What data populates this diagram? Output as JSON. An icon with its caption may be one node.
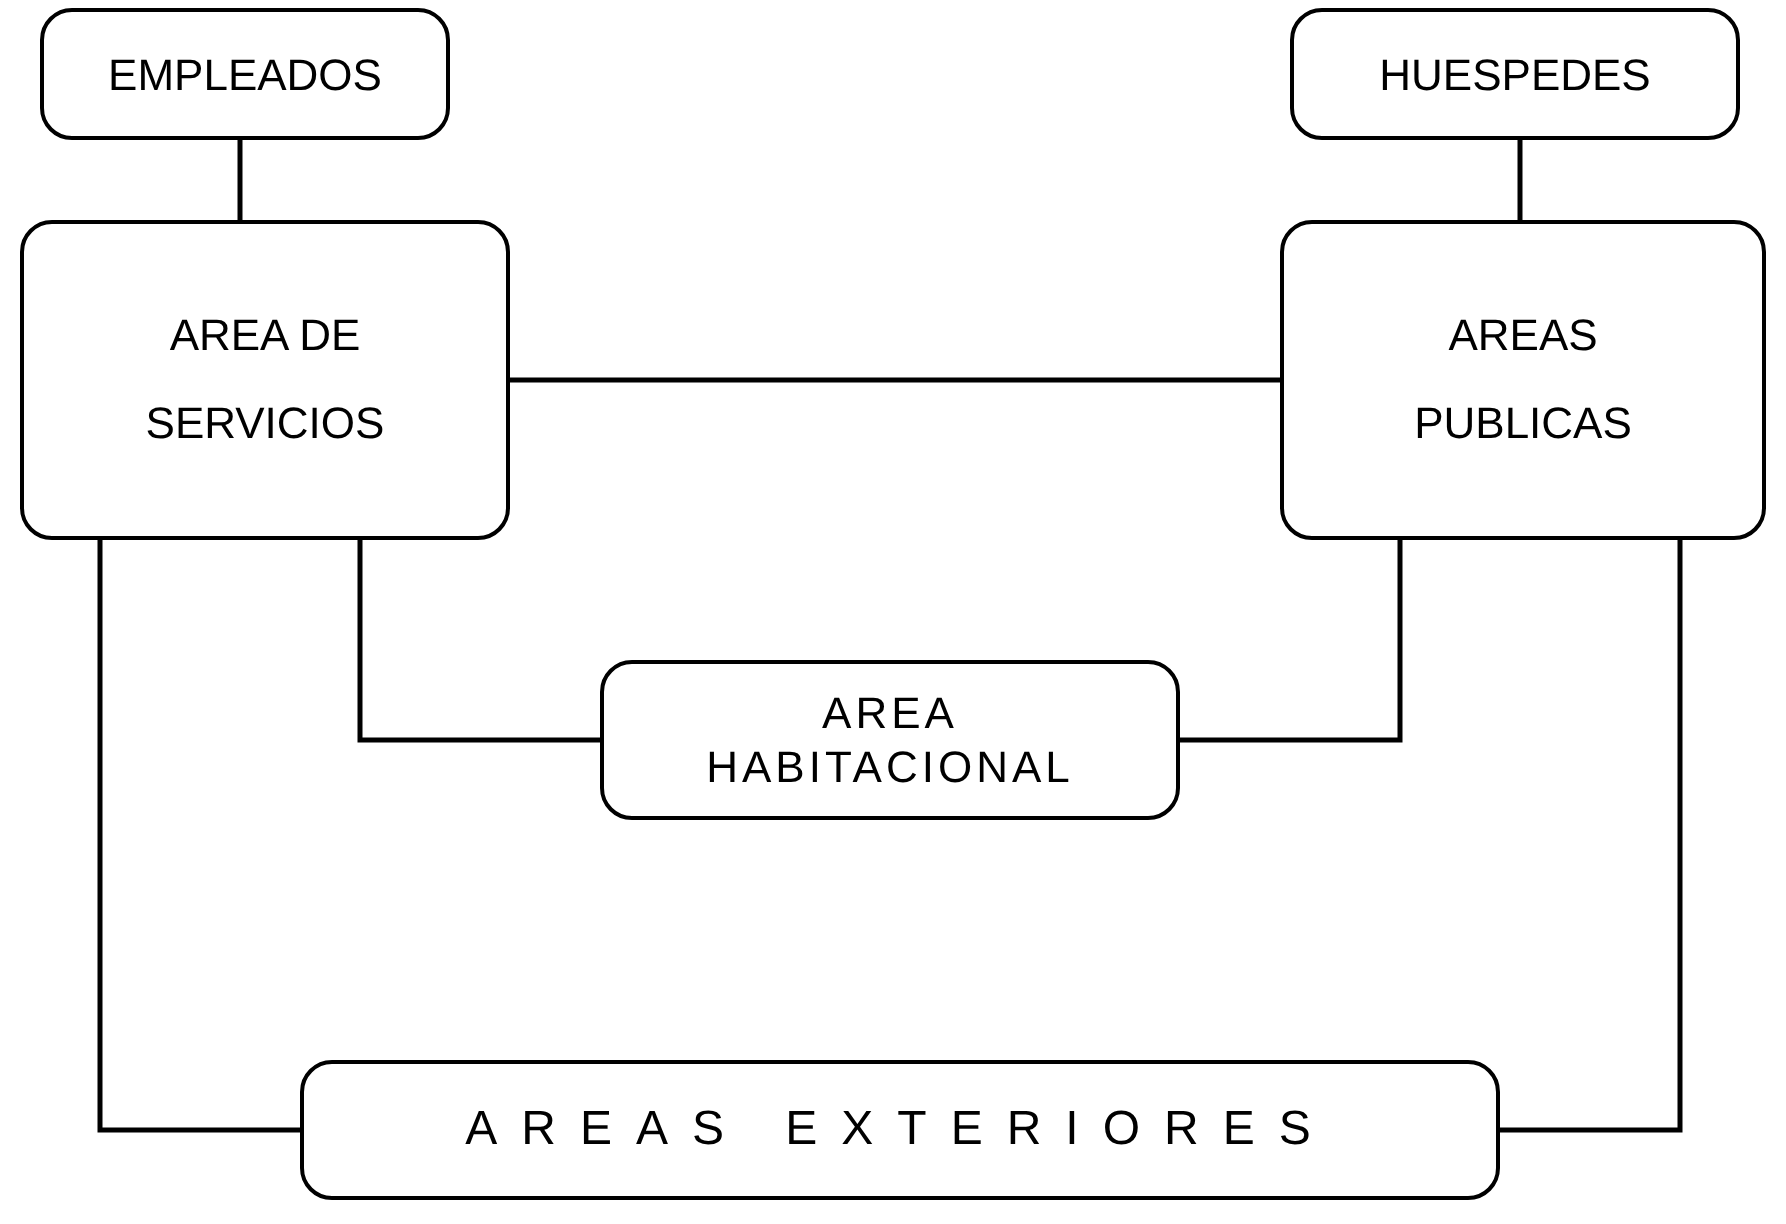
{
  "diagram": {
    "nodes": [
      {
        "text": [
          "EMPLEADOS"
        ]
      },
      {
        "text": [
          "HUESPEDES"
        ]
      },
      {
        "text": [
          "AREA DE SERVICIOS"
        ]
      },
      {
        "text": [
          "AREAS PUBLICAS"
        ]
      },
      {
        "text": [
          "AREA HABITACIONAL"
        ]
      },
      {
        "text": [
          "AREAS EXTERIORES"
        ]
      }
    ],
    "edges": [
      {
        "from": 0,
        "to": 2,
        "arrow": "none"
      },
      {
        "from": 1,
        "to": 3,
        "arrow": "none"
      },
      {
        "from": 2,
        "to": 3,
        "arrow": "none"
      },
      {
        "from": 2,
        "to": 4,
        "arrow": "none"
      },
      {
        "from": 3,
        "to": 4,
        "arrow": "none"
      },
      {
        "from": 2,
        "to": 5,
        "arrow": "none"
      },
      {
        "from": 3,
        "to": 5,
        "arrow": "none"
      }
    ]
  }
}
